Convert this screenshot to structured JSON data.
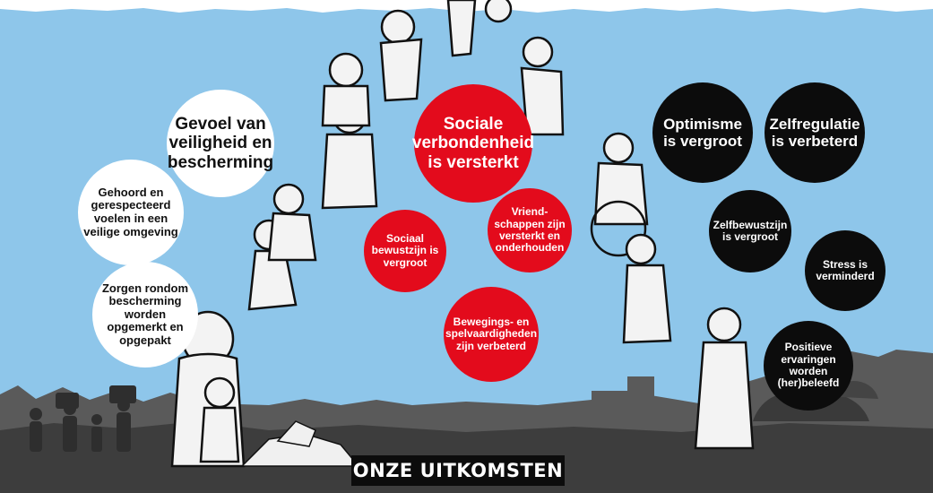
{
  "title": "ONZE UITKOMSTEN",
  "colors": {
    "sky": "#8ec6ea",
    "white_bubble": "#ffffff",
    "red_bubble": "#e30b1c",
    "black_bubble": "#0c0c0c",
    "skyline": "#5a5a5a"
  },
  "bubbles": {
    "white": [
      "Gevoel van veiligheid en bescherming",
      "Gehoord en gerespecteerd voelen in een veilige omgeving",
      "Zorgen rondom bescherming worden opgemerkt en opgepakt"
    ],
    "red": [
      "Sociale verbondenheid is versterkt",
      "Vriend-schappen zijn versterkt en onderhouden",
      "Sociaal bewustzijn is vergroot",
      "Bewegings- en spelvaardigheden zijn verbeterd"
    ],
    "black": [
      "Optimisme is vergroot",
      "Zelfregulatie is verbeterd",
      "Zelfbewustzijn is vergroot",
      "Stress is verminderd",
      "Positieve ervaringen worden (her)beleefd"
    ]
  }
}
